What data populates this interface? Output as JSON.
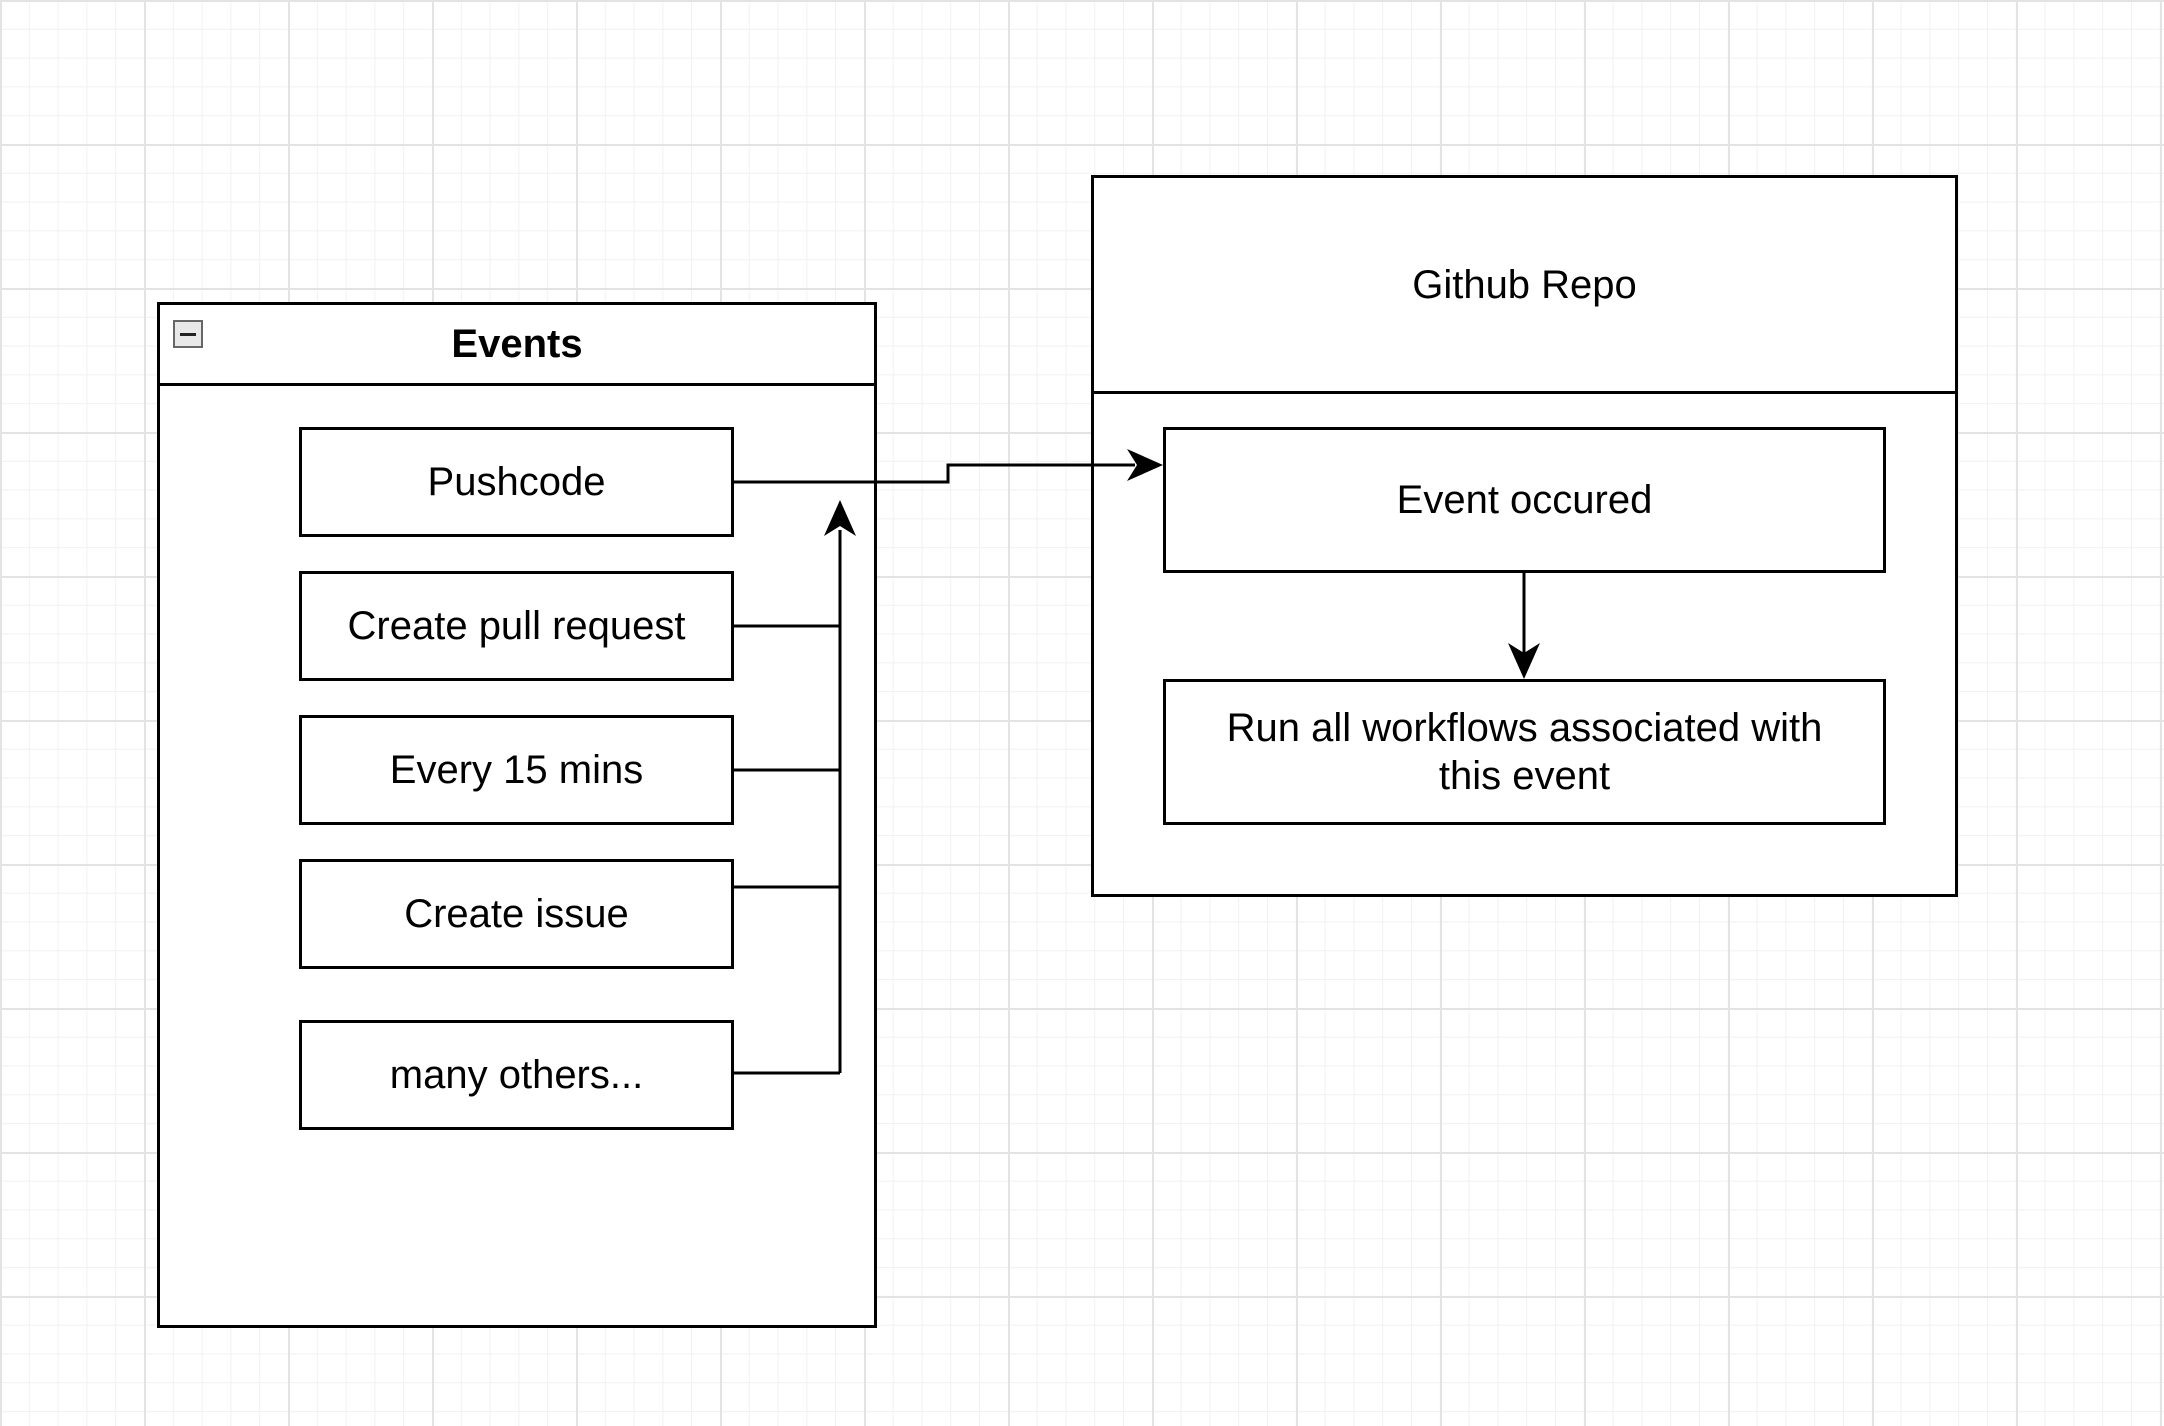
{
  "events_group": {
    "title": "Events",
    "collapse_icon": "minus-icon",
    "items": [
      {
        "id": "pushcode",
        "label": "Pushcode"
      },
      {
        "id": "create-pull-request",
        "label": "Create pull request"
      },
      {
        "id": "every-15-mins",
        "label": "Every 15 mins"
      },
      {
        "id": "create-issue",
        "label": "Create issue"
      },
      {
        "id": "many-others",
        "label": "many others..."
      }
    ]
  },
  "repo_group": {
    "title": "Github Repo",
    "event_box": "Event occured",
    "workflow_box": "Run all workflows associated with this event"
  }
}
